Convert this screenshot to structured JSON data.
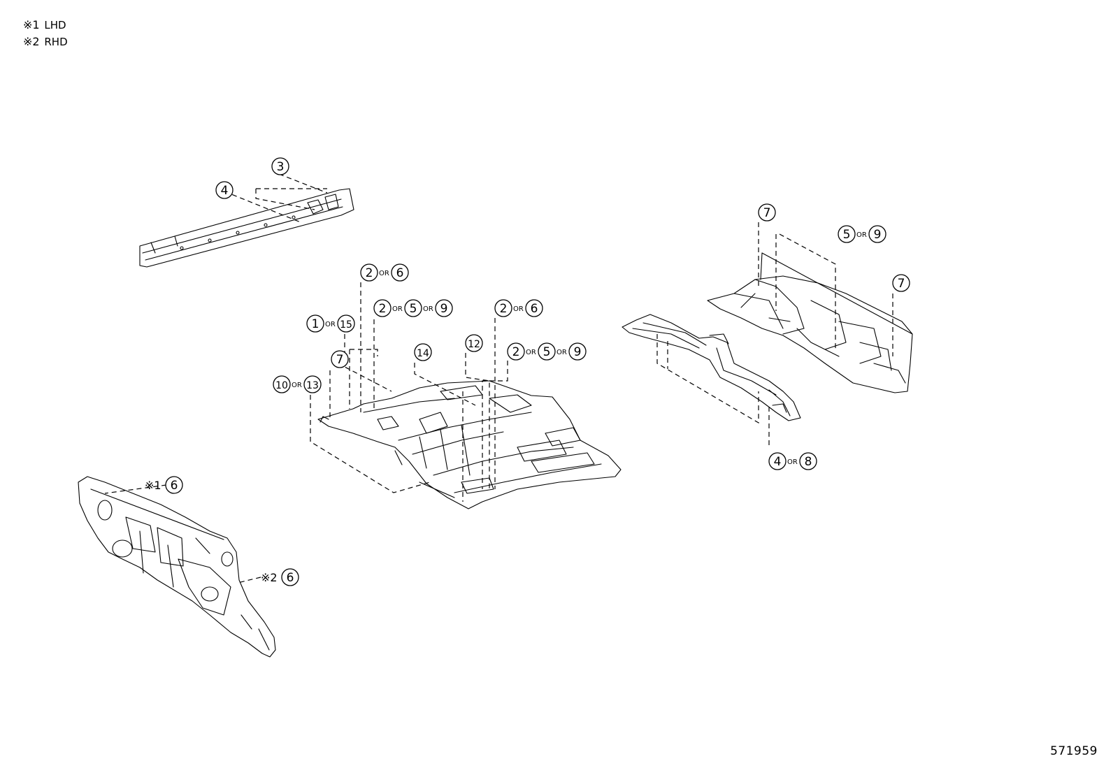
{
  "legend": [
    {
      "mark": "※1",
      "text": "LHD"
    },
    {
      "mark": "※2",
      "text": "RHD"
    }
  ],
  "callouts": [
    {
      "id": "c-3",
      "parts": [
        {
          "n": "3"
        }
      ]
    },
    {
      "id": "c-4-rail",
      "parts": [
        {
          "n": "4"
        }
      ]
    },
    {
      "id": "c-2-6-a",
      "parts": [
        {
          "n": "2"
        },
        {
          "sep": "OR"
        },
        {
          "n": "6"
        }
      ]
    },
    {
      "id": "c-2-5-9-a",
      "parts": [
        {
          "n": "2"
        },
        {
          "sep": "OR"
        },
        {
          "n": "5"
        },
        {
          "sep": "OR"
        },
        {
          "n": "9"
        }
      ]
    },
    {
      "id": "c-2-6-b",
      "parts": [
        {
          "n": "2"
        },
        {
          "sep": "OR"
        },
        {
          "n": "6"
        }
      ]
    },
    {
      "id": "c-1-15",
      "parts": [
        {
          "n": "1"
        },
        {
          "sep": "OR"
        },
        {
          "n": "15"
        }
      ]
    },
    {
      "id": "c-7-front",
      "parts": [
        {
          "n": "7"
        }
      ]
    },
    {
      "id": "c-14",
      "parts": [
        {
          "n": "14"
        }
      ]
    },
    {
      "id": "c-12",
      "parts": [
        {
          "n": "12"
        }
      ]
    },
    {
      "id": "c-2-5-9-b",
      "parts": [
        {
          "n": "2"
        },
        {
          "sep": "OR"
        },
        {
          "n": "5"
        },
        {
          "sep": "OR"
        },
        {
          "n": "9"
        }
      ]
    },
    {
      "id": "c-10-13",
      "parts": [
        {
          "n": "10"
        },
        {
          "sep": "OR"
        },
        {
          "n": "13"
        }
      ]
    },
    {
      "id": "c-dash-lhd",
      "parts": [
        {
          "note": "※1"
        },
        {
          "n": "6"
        }
      ]
    },
    {
      "id": "c-dash-rhd",
      "parts": [
        {
          "note": "※2"
        },
        {
          "n": "6"
        }
      ]
    },
    {
      "id": "c-7-rear-a",
      "parts": [
        {
          "n": "7"
        }
      ]
    },
    {
      "id": "c-5-9",
      "parts": [
        {
          "n": "5"
        },
        {
          "sep": "OR"
        },
        {
          "n": "9"
        }
      ]
    },
    {
      "id": "c-7-rear-b",
      "parts": [
        {
          "n": "7"
        }
      ]
    },
    {
      "id": "c-4-8",
      "parts": [
        {
          "n": "4"
        },
        {
          "sep": "OR"
        },
        {
          "n": "8"
        }
      ]
    }
  ],
  "doc_number": "571959"
}
